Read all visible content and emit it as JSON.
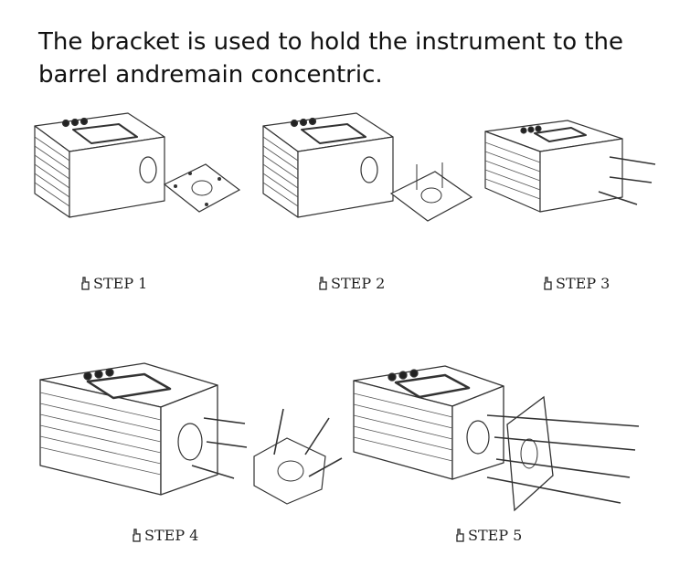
{
  "heading": {
    "line1": "The bracket is  used to hold the instrument to the",
    "line2": "barrel andremain concentric."
  },
  "steps": [
    {
      "label": "STEP 1"
    },
    {
      "label": "STEP 2"
    },
    {
      "label": "STEP 3"
    },
    {
      "label": "STEP 4"
    },
    {
      "label": "STEP 5"
    }
  ],
  "icons": {
    "step_marker": "pointing-hand-icon"
  },
  "colors": {
    "line": "#333333",
    "background": "#ffffff"
  }
}
